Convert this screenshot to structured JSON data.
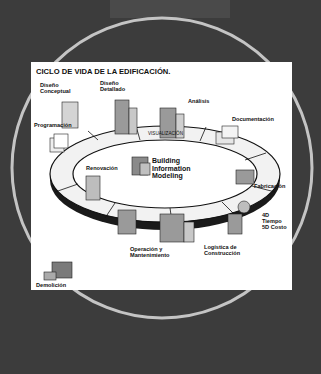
{
  "diagram": {
    "title": "CICLO DE VIDA DE LA EDIFICACIÓN.",
    "nodes": [
      {
        "text": [
          "Building Information Modeling"
        ]
      }
    ],
    "labels": [
      "Diseño Conceptual",
      "Diseño Detallado",
      "Análisis",
      "Documentación",
      "VISUALIZACIÓN",
      "Programación",
      "Fabricación",
      "4D Tiempo 5D Costo",
      "Renovación",
      "Logística de Construcción",
      "Operación y Mantenimiento",
      "Demolición"
    ]
  }
}
